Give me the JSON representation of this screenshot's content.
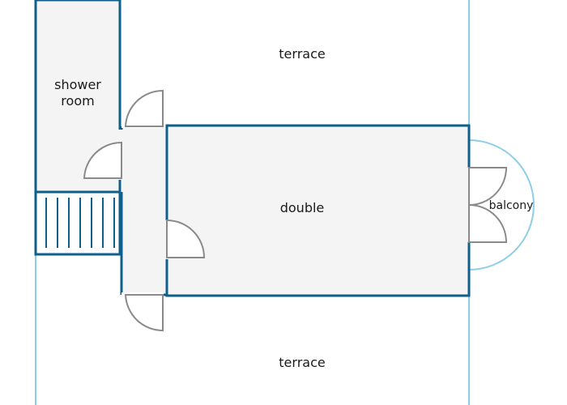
{
  "rooms": {
    "terrace_top": "terrace",
    "shower_room_line1": "shower",
    "shower_room_line2": "room",
    "double": "double",
    "balcony": "balcony",
    "terrace_bottom": "terrace"
  },
  "colors": {
    "wall": "#0e5f8c",
    "outline": "#8ecde6",
    "floor": "#f4f4f4",
    "door": "#8a8a8a",
    "background": "#ffffff",
    "text": "#1a1a1a"
  }
}
